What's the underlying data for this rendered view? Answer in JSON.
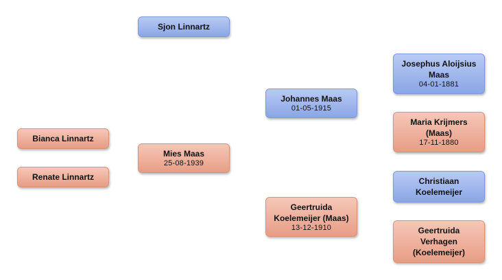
{
  "tree": {
    "siblings": [
      {
        "name": "Bianca Linnartz",
        "gender": "female"
      },
      {
        "name": "Renate Linnartz",
        "gender": "female"
      }
    ],
    "spouse": {
      "name": "Sjon Linnartz",
      "gender": "male"
    },
    "subject": {
      "name": "Mies Maas",
      "date": "25-08-1939",
      "gender": "female"
    },
    "father": {
      "name": "Johannes Maas",
      "date": "01-05-1915",
      "gender": "male"
    },
    "mother": {
      "name": "Geertruida Koelemeijer (Maas)",
      "date": "13-12-1910",
      "gender": "female"
    },
    "paternal_grandfather": {
      "name": "Josephus Aloijsius Maas",
      "date": "04-01-1881",
      "gender": "male"
    },
    "paternal_grandmother": {
      "name": "Maria Krijmers (Maas)",
      "date": "17-11-1880",
      "gender": "female"
    },
    "maternal_grandfather": {
      "name": "Christiaan Koelemeijer",
      "gender": "male"
    },
    "maternal_grandmother": {
      "name": "Geertruida Verhagen (Koelemeijer)",
      "gender": "female"
    }
  },
  "colors": {
    "male_fill": "#9db5ec",
    "female_fill": "#efb19e"
  }
}
